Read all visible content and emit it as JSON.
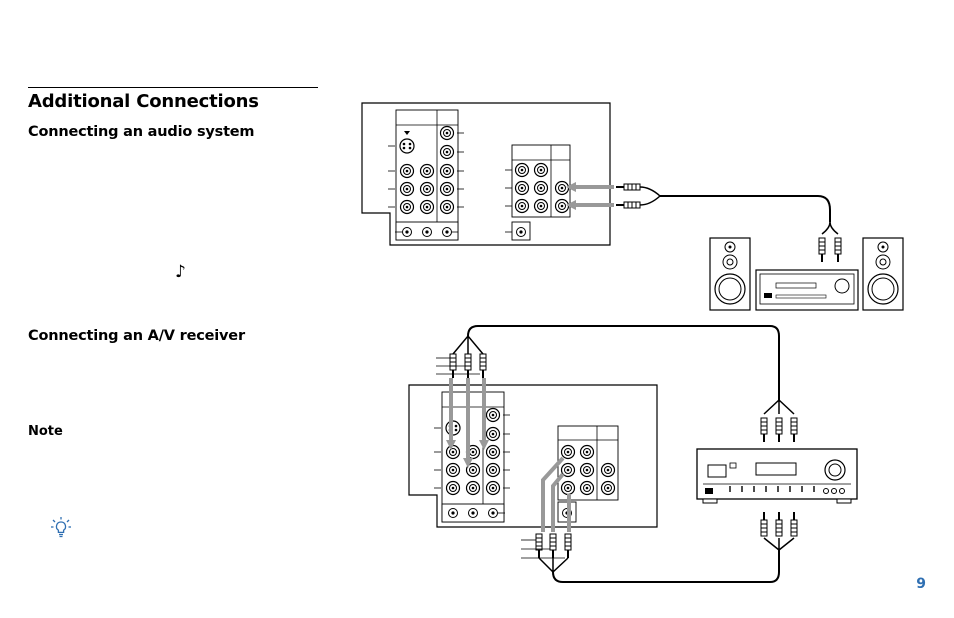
{
  "page": {
    "title": "Additional Connections",
    "sections": [
      {
        "heading": "Connecting an audio system"
      },
      {
        "heading": "Connecting an A/V receiver"
      }
    ],
    "note_label": "Note",
    "note_glyph": "♪",
    "tip_icon": "lightbulb-icon",
    "page_number": "9",
    "accent_color": "#2f6fb2"
  }
}
